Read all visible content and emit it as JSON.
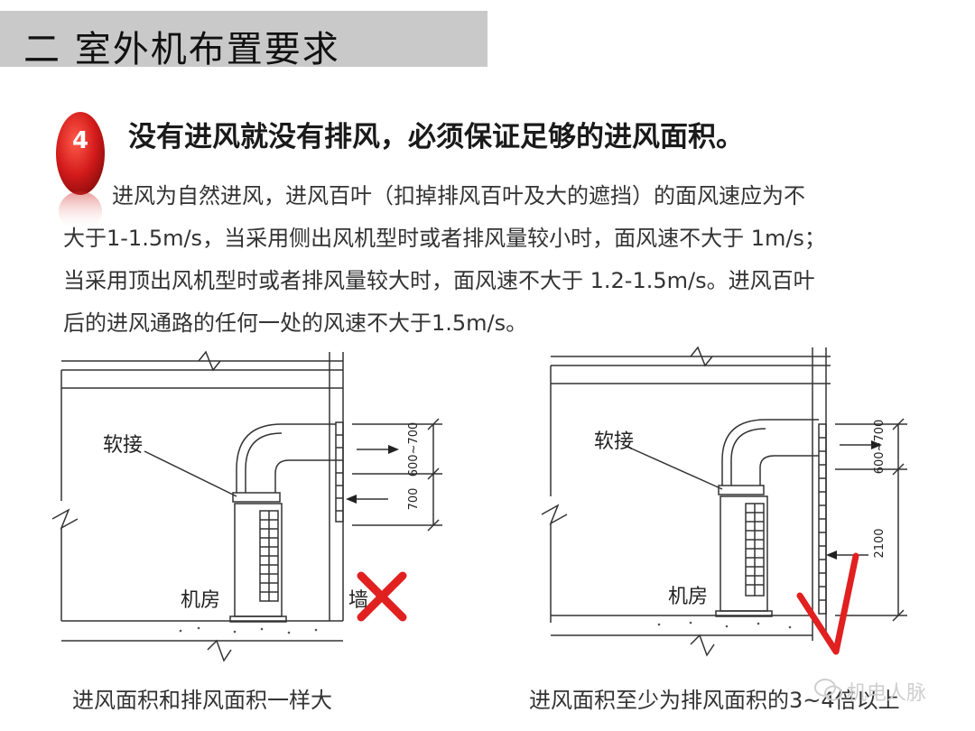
{
  "header": {
    "title": "二  室外机布置要求"
  },
  "section": {
    "number": "4",
    "heading": "没有进风就没有排风，必须保证足够的进风面积。",
    "paragraph_lines": [
      "进风为自然进风，进风百叶（扣掉排风百叶及大的遮挡）的面风速应为不",
      "大于1-1.5m/s，当采用侧出风机型时或者排风量较小时，面风速不大于 1m/s；",
      "当采用顶出风机型时或者排风量较大时，面风速不大于 1.2-1.5m/s。进风百叶",
      "后的进风通路的任何一处的风速不大于1.5m/s。"
    ],
    "badge_color": "#d21a1a"
  },
  "diagrams": {
    "left": {
      "soft_joint_label": "软接",
      "machine_room_label": "机房",
      "wall_label": "墙",
      "dim_top": "600~700",
      "dim_bottom": "700",
      "mark_icon": "cross-icon",
      "mark_color": "#e12020",
      "caption": "进风面积和排风面积一样大"
    },
    "right": {
      "soft_joint_label": "软接",
      "machine_room_label": "机房",
      "dim_top": "600~700",
      "dim_bottom": "2100",
      "mark_icon": "check-icon",
      "mark_color": "#e12020",
      "caption": "进风面积至少为排风面积的3~4倍以上"
    }
  },
  "watermark": {
    "text": "机电人脉",
    "icon": "wechat-icon"
  }
}
